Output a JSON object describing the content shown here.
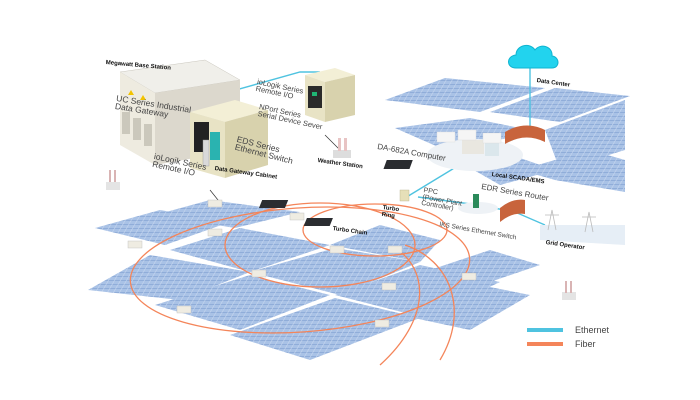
{
  "title": "Solar Plant Network Architecture",
  "labels": {
    "megawatt_base_station": "Megawatt  Base Station",
    "uc_gateway": "UC Series Industrial\nData Gateway",
    "iologik_top": "ioLogik Series\nRemote I/O",
    "nport": "NPort Series\nSerial Device Sever",
    "eds_switch": "EDS Series\nEthernet Switch",
    "iologik_bottom": "ioLogik Series\nRemote I/O",
    "data_gateway_cabinet": "Data Gateway Cabinet",
    "weather_station": "Weather Station",
    "data_center": "Data Center",
    "da682a": "DA-682A Computer",
    "local_scada": "Local SCADA/EMS",
    "edr_router": "EDR Series Router",
    "ppc": "PPC\n(Power Plant\nController)",
    "turbo_ring": "Turbo\nRing",
    "turbo_chain": "Turbo Chain",
    "iks_switch": "IKS Series Ethernet Switch",
    "grid_operator": "Grid Operator"
  },
  "legend": [
    {
      "label": "Ethernet",
      "color": "#4fc3e0"
    },
    {
      "label": "Fiber",
      "color": "#f4855a"
    }
  ],
  "colors": {
    "ethernet": "#4fc3e0",
    "fiber": "#f4855a",
    "panel": "#9cb8e0",
    "panel_dark": "#7f9fcf",
    "cloud": "#22d3ee",
    "firewall": "#c8643c",
    "cabinet": "#e9e4c8",
    "container": "#e6e3da"
  },
  "icons": {
    "cloud": "cloud-icon",
    "firewall": "firewall-icon",
    "router": "router-icon",
    "switch": "switch-icon",
    "cabinet": "cabinet-icon",
    "transmission_tower": "transmission-tower-icon",
    "weather_station": "weather-station-icon",
    "inverter": "inverter-icon"
  }
}
